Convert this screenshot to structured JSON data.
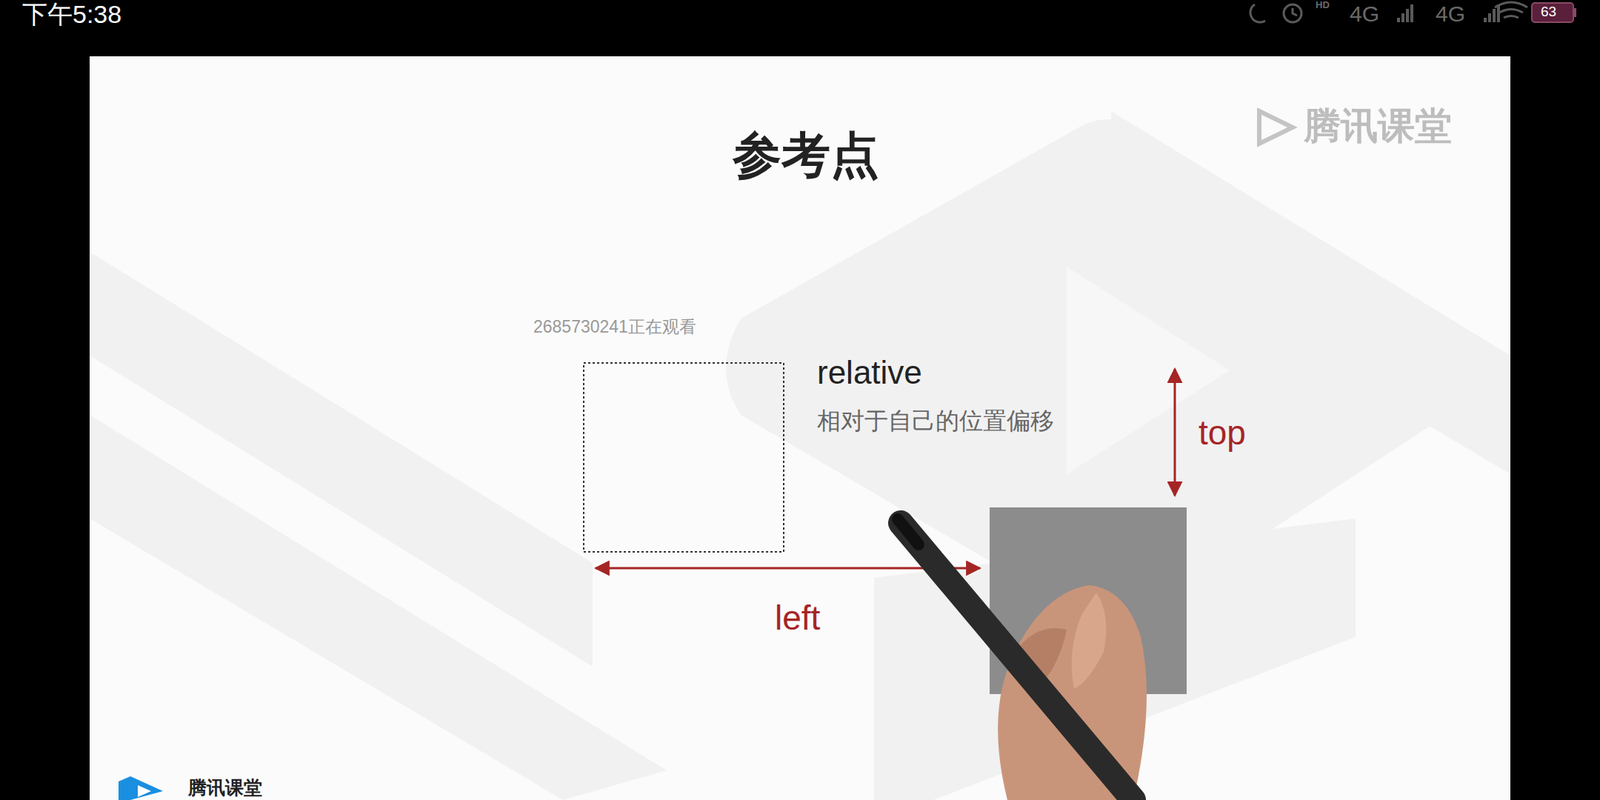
{
  "diagram": {
    "title": "参考点",
    "labels": [
      "下午5:38",
      "HD",
      "4G",
      "4G",
      "63",
      "腾讯课堂",
      "2685730241正在观看",
      "relative",
      "相对于自己的位置偏移",
      "top",
      "left",
      "腾讯课堂"
    ]
  }
}
